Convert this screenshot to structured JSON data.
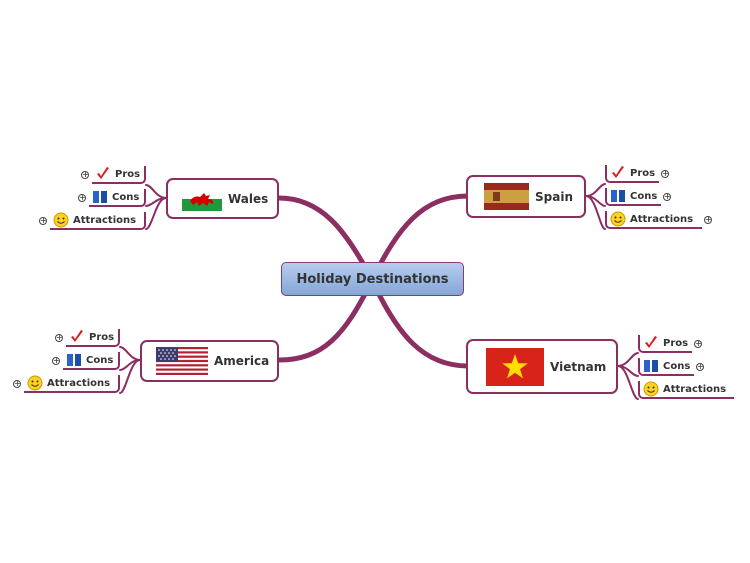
{
  "map": {
    "central": "Holiday Destinations",
    "branches": {
      "wales": {
        "label": "Wales",
        "flag": "wales-flag-icon"
      },
      "spain": {
        "label": "Spain",
        "flag": "spain-flag-icon"
      },
      "america": {
        "label": "America",
        "flag": "usa-flag-icon"
      },
      "vietnam": {
        "label": "Vietnam",
        "flag": "vietnam-flag-icon"
      }
    },
    "topics": {
      "pros": "Pros",
      "cons": "Cons",
      "attractions": "Attractions"
    },
    "topic_icons": {
      "pros": "checkmark-icon",
      "cons": "book-icon",
      "attractions": "smiley-icon"
    },
    "colors": {
      "connector": "#8b2e62",
      "central_fill": "#9db9e3",
      "checkmark": "#d42020"
    }
  }
}
